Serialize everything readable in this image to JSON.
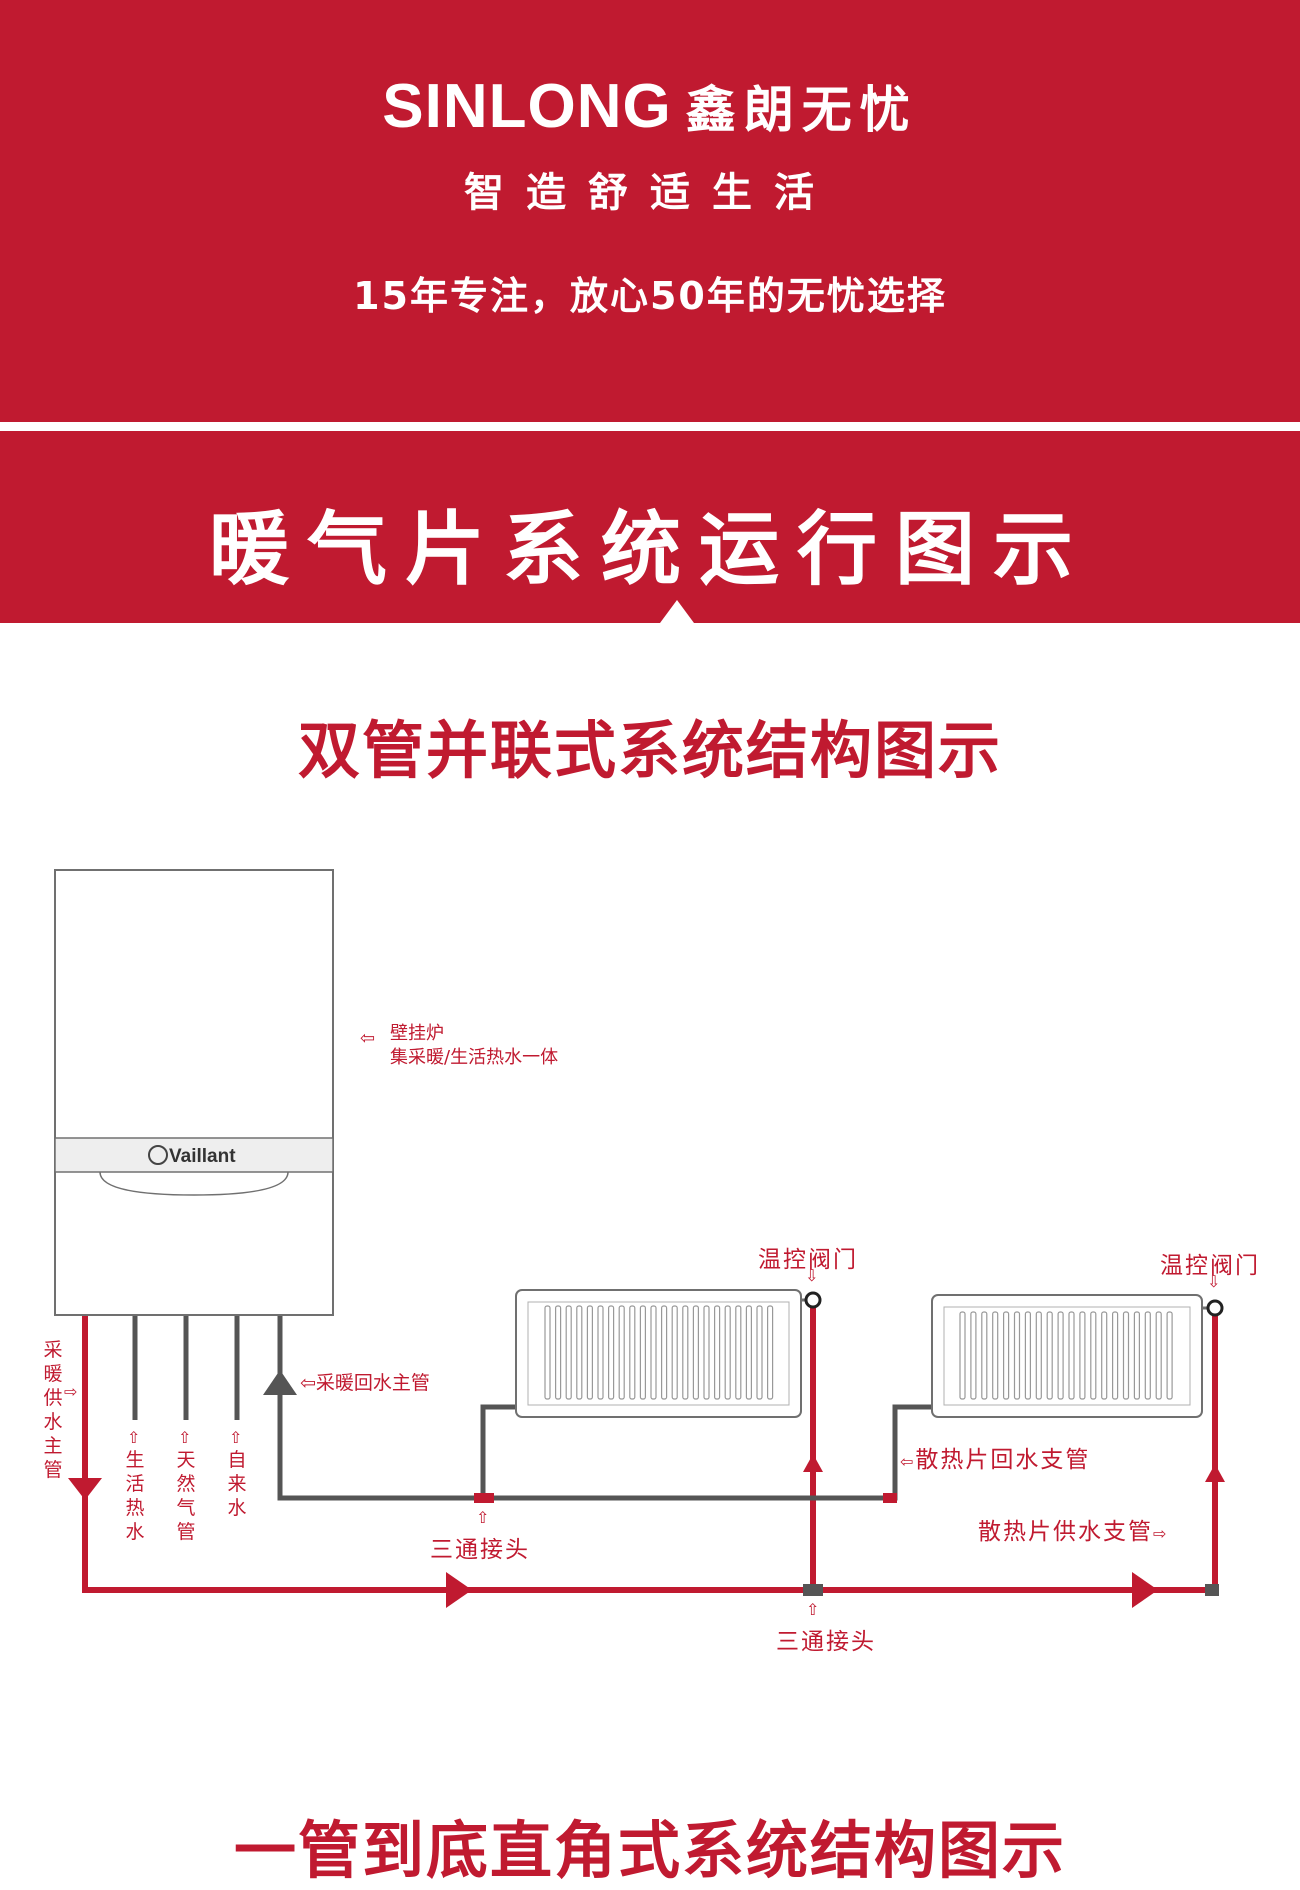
{
  "header": {
    "brand_en": "SINLONG",
    "brand_cn": "鑫朗无忧",
    "tagline": "智造舒适生活",
    "slogan": "15年专注，放心50年的无忧选择"
  },
  "section": {
    "title": "暖气片系统运行图示"
  },
  "diagram": {
    "title": "双管并联式系统结构图示",
    "boiler_brand": "Vaillant",
    "boiler_label_line1": "壁挂炉",
    "boiler_label_line2": "集采暖/生活热水一体",
    "supply_main_label": "采暖供水主管",
    "hot_water_label": "生活热水",
    "gas_label": "天然气管",
    "tap_water_label": "自来水",
    "return_main_label": "采暖回水主管",
    "valve_label_1": "温控阀门",
    "valve_label_2": "温控阀门",
    "return_branch_label": "散热片回水支管",
    "supply_branch_label": "散热片供水支管",
    "tee_label_1": "三通接头",
    "tee_label_2": "三通接头",
    "arrow_left": "⇦",
    "arrow_right": "⇨",
    "arrow_up": "⇧",
    "arrow_down": "⇩"
  },
  "next_section": {
    "title": "一管到底直角式系统结构图示"
  },
  "colors": {
    "brand_red": "#c01a30",
    "pipe_gray": "#555555",
    "line_gray": "#707070"
  }
}
